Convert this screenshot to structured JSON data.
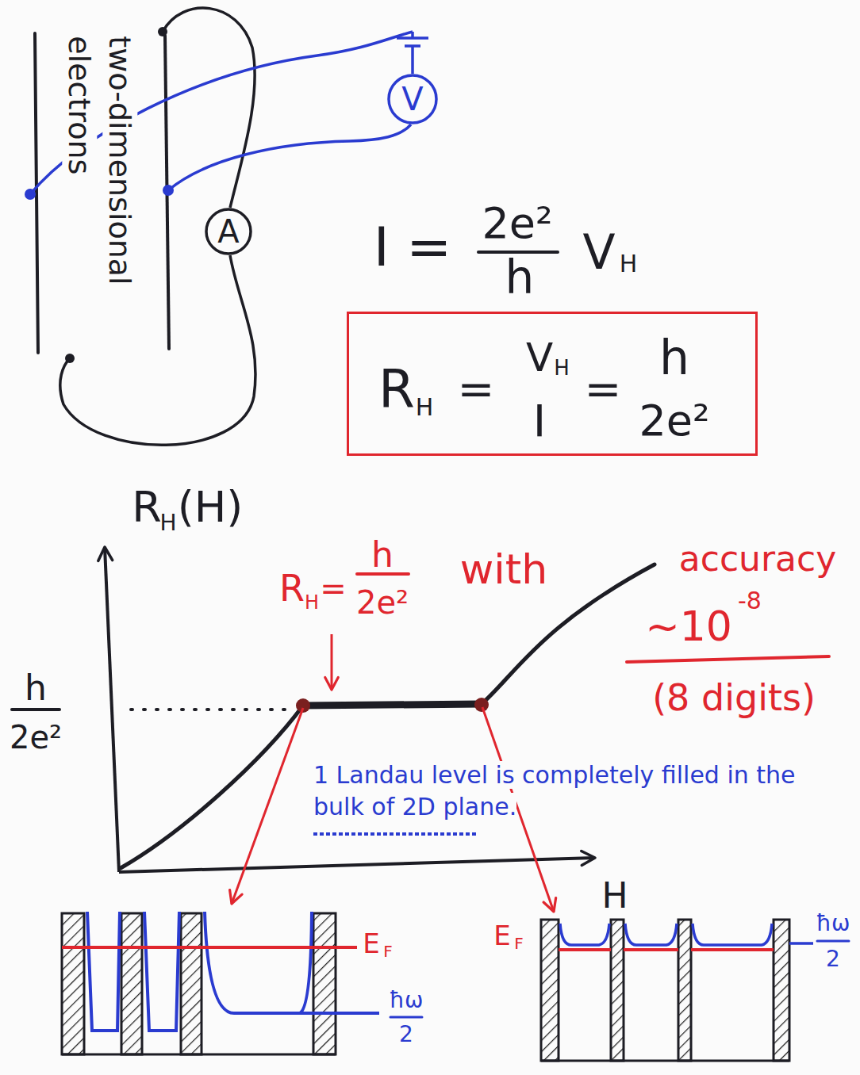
{
  "diagram": {
    "nodes": [
      {
        "text": [
          "V"
        ]
      },
      {
        "text": [
          "A"
        ]
      },
      {
        "text": [
          "R",
          "H",
          "=",
          "V",
          "H",
          "I",
          "=",
          "h",
          "2e²"
        ]
      }
    ],
    "labels": [
      "two-dimensional electrons",
      "I =",
      "2e²",
      "h",
      "V",
      "H",
      "R",
      "H",
      "(H)",
      "h",
      "2e²",
      "R",
      "H",
      "=",
      "h",
      "2e²",
      "with",
      "accuracy",
      "~10",
      "-8",
      "(8 digits)",
      "1 Landau level is completely filled in the bulk of 2D plane.",
      "H",
      "E",
      "F",
      "ħω",
      "2",
      "E",
      "F",
      "ħω",
      "2"
    ]
  }
}
